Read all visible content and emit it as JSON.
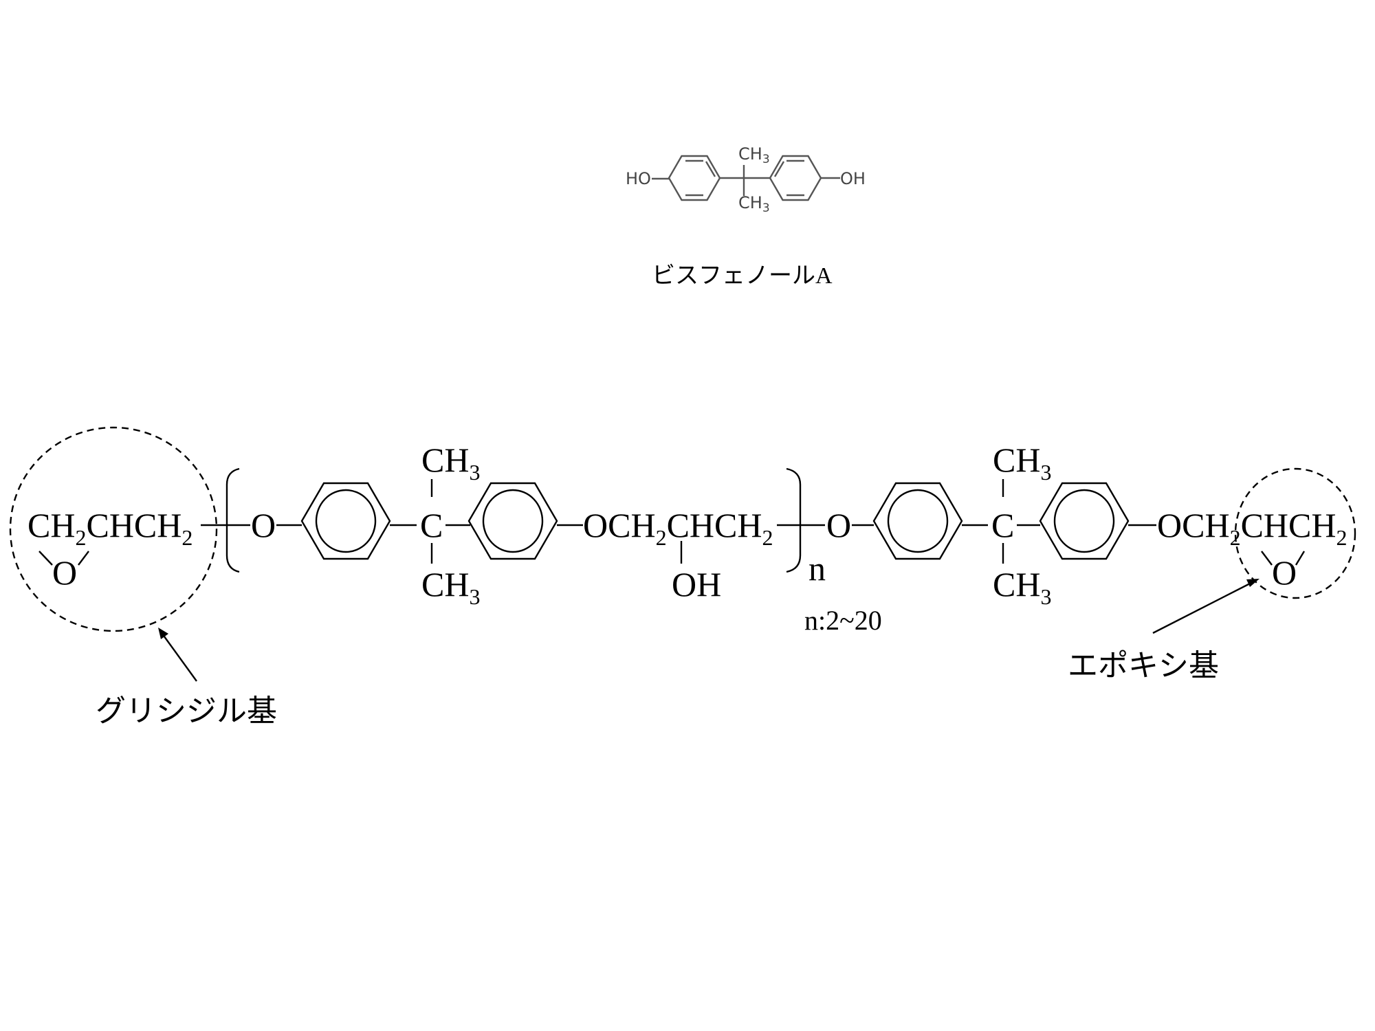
{
  "bisphenol_a": {
    "ho": "HO",
    "oh": "OH",
    "ch": "CH",
    "three": "3",
    "label": "ビスフェノールA"
  },
  "epoxy_resin": {
    "glycidyl_formula": {
      "ch": "CH",
      "two": "2",
      "chch": "CHCH",
      "two_b": "2",
      "o": "O"
    },
    "o": "O",
    "c": "C",
    "ch": "CH",
    "three": "3",
    "och": "OCH",
    "two": "2",
    "chch": "CHCH",
    "oh": "OH",
    "n": "n",
    "n_range": "n:2~20"
  },
  "annotations": {
    "glycidyl_label": "グリシジル基",
    "epoxy_label": "エポキシ基"
  }
}
